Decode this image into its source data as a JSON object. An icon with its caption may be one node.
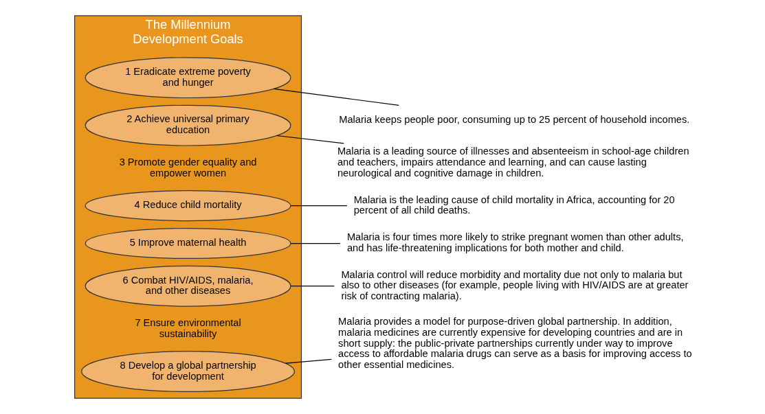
{
  "diagram": {
    "nodes": [
      {
        "text": [
          "The Millennium Development Goals"
        ]
      },
      {
        "text": [
          "1 Eradicate extreme poverty and hunger"
        ],
        "in": 0
      },
      {
        "text": [
          "2 Achieve universal primary education"
        ],
        "in": 0
      },
      {
        "text": [
          "4 Reduce child mortality"
        ],
        "in": 0
      },
      {
        "text": [
          "5 Improve maternal health"
        ],
        "in": 0
      },
      {
        "text": [
          "6 Combat HIV/AIDS, malaria, and other diseases"
        ],
        "in": 0
      },
      {
        "text": [
          "8 Develop a global partnership for development"
        ],
        "in": 0
      },
      {
        "text": [
          "Malaria keeps people poor, consuming up to 25 percent of household incomes."
        ]
      },
      {
        "text": [
          "Malaria is a leading source of illnesses and absenteeism in school-age children and teachers, impairs attendance and learning, and can cause lasting neurological and cognitive damage in children."
        ]
      },
      {
        "text": [
          "Malaria is the leading cause of child mortality in Africa, accounting for 20 percent of all child deaths."
        ]
      },
      {
        "text": [
          "Malaria is four times more likely to strike pregnant women than other adults, and has life-threatening implications for both mother and child."
        ]
      },
      {
        "text": [
          "Malaria control will reduce morbidity and mortality due not only to malaria but also to other diseases (for example, people living with HIV/AIDS are at greater risk of contracting malaria)."
        ]
      },
      {
        "text": [
          "Malaria provides a model for purpose-driven global partnership. In addition, malaria medicines are currently expensive for developing countries and are in short supply: the public-private partnerships currently under way to improve access to affordable malaria drugs can serve as a basis for improving access to other essential medicines."
        ]
      }
    ],
    "edges": [
      {
        "from": 1,
        "to": 7,
        "arrow": "none"
      },
      {
        "from": 2,
        "to": 8,
        "arrow": "none"
      },
      {
        "from": 3,
        "to": 9,
        "arrow": "none"
      },
      {
        "from": 4,
        "to": 10,
        "arrow": "none"
      },
      {
        "from": 5,
        "to": 11,
        "arrow": "none"
      },
      {
        "from": 6,
        "to": 12,
        "arrow": "none"
      }
    ],
    "labels": [
      "3 Promote gender equality and empower women",
      "7 Ensure environmental sustainability"
    ]
  }
}
